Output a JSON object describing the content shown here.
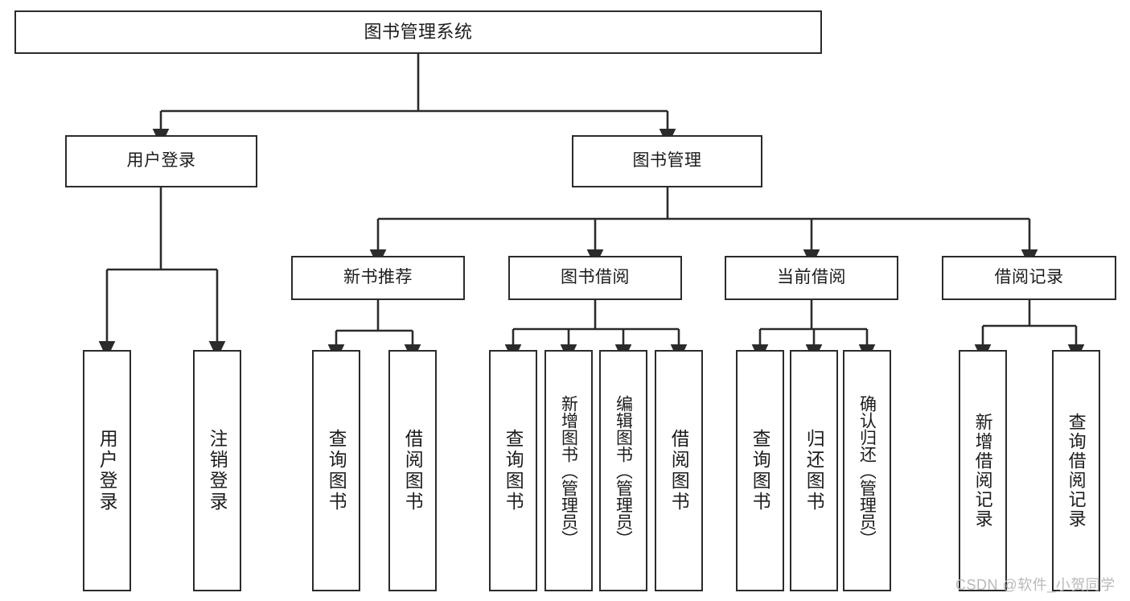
{
  "diagram": {
    "title": "图书管理系统",
    "type": "tree-hierarchy-chart",
    "root": {
      "id": "root",
      "label": "图书管理系统"
    },
    "level2": [
      {
        "id": "user-login",
        "label": "用户登录"
      },
      {
        "id": "book-manage",
        "label": "图书管理"
      }
    ],
    "level3": [
      {
        "id": "new-book-recommend",
        "label": "新书推荐",
        "parent": "book-manage"
      },
      {
        "id": "book-borrow",
        "label": "图书借阅",
        "parent": "book-manage"
      },
      {
        "id": "current-borrow",
        "label": "当前借阅",
        "parent": "book-manage"
      },
      {
        "id": "borrow-record",
        "label": "借阅记录",
        "parent": "book-manage"
      }
    ],
    "leaves": {
      "user-login": [
        {
          "id": "leaf-user-login",
          "label": "用户登录"
        },
        {
          "id": "leaf-user-logout",
          "label": "注销登录"
        }
      ],
      "new-book-recommend": [
        {
          "id": "leaf-query-book-1",
          "label": "查询图书"
        },
        {
          "id": "leaf-borrow-book-1",
          "label": "借阅图书"
        }
      ],
      "book-borrow": [
        {
          "id": "leaf-query-book-2",
          "label": "查询图书"
        },
        {
          "id": "leaf-add-book",
          "label": "新增图书（管理员）"
        },
        {
          "id": "leaf-edit-book",
          "label": "编辑图书（管理员）"
        },
        {
          "id": "leaf-borrow-book-2",
          "label": "借阅图书"
        }
      ],
      "current-borrow": [
        {
          "id": "leaf-query-book-3",
          "label": "查询图书"
        },
        {
          "id": "leaf-return-book",
          "label": "归还图书"
        },
        {
          "id": "leaf-confirm-return",
          "label": "确认归还（管理员）"
        }
      ],
      "borrow-record": [
        {
          "id": "leaf-add-record",
          "label": "新增借阅记录"
        },
        {
          "id": "leaf-query-record",
          "label": "查询借阅记录"
        }
      ]
    }
  },
  "watermark": {
    "text": "CSDN @软件_小贺同学"
  },
  "colors": {
    "stroke": "#2b2b2b",
    "fill": "#ffffff",
    "text": "#1c1c1c",
    "watermark": "#b9b9b9"
  }
}
